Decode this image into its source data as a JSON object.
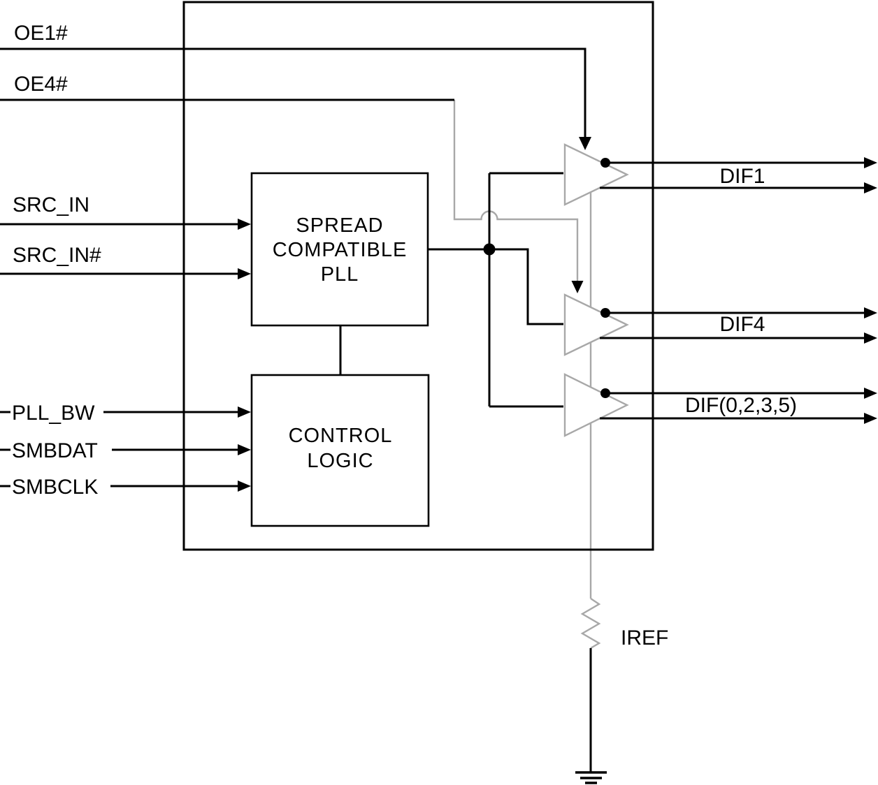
{
  "colors": {
    "wire_black": "#000000",
    "wire_gray": "#a8a8a8",
    "bg": "#ffffff"
  },
  "diagram": {
    "type": "chip-block-diagram",
    "blocks": {
      "pll": {
        "label_lines": [
          "SPREAD",
          "COMPATIBLE",
          "PLL"
        ]
      },
      "control": {
        "label_lines": [
          "CONTROL",
          "LOGIC"
        ]
      }
    },
    "inputs": {
      "oe1": {
        "label": "OE1#"
      },
      "oe4": {
        "label": "OE4#"
      },
      "src_in": {
        "label": "SRC_IN"
      },
      "src_in_n": {
        "label": "SRC_IN#"
      },
      "pll_bw": {
        "label": "PLL_BW"
      },
      "smbdat": {
        "label": "SMBDAT"
      },
      "smbclk": {
        "label": "SMBCLK"
      }
    },
    "outputs": {
      "dif1": {
        "label": "DIF1"
      },
      "dif4": {
        "label": "DIF4"
      },
      "dif_group": {
        "label": "DIF(0,2,3,5)"
      }
    },
    "bias": {
      "iref": {
        "label": "IREF"
      }
    }
  }
}
